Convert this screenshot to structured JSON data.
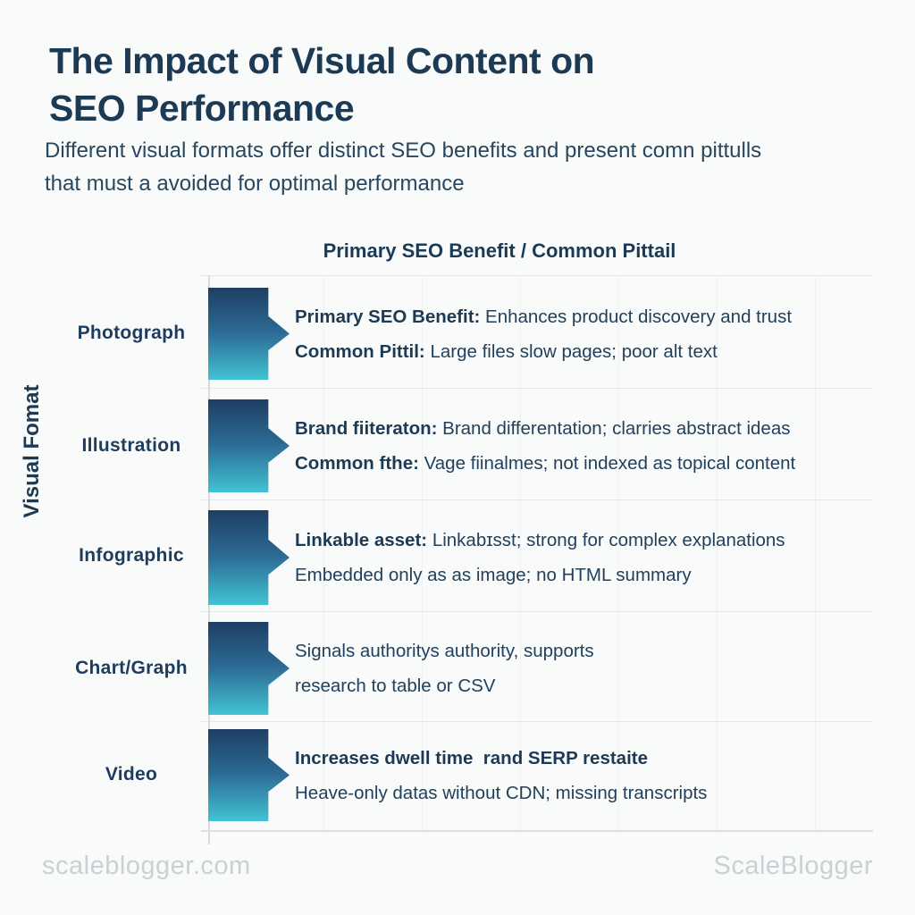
{
  "header": {
    "title_line1": "The Impact of Visual Content on",
    "title_line2": "SEO Performance",
    "subtitle_line1": "Different visual formats offer distinct SEO benefits and present comn pittulls",
    "subtitle_line2": "that must a avoided for optimal performance"
  },
  "chart": {
    "column_header": "Primary SEO Benefit / Common Pittail",
    "y_axis_label": "Visual Fomat",
    "rows": [
      {
        "label": "Photograph",
        "line1_bold": "Primary SEO Benefit:",
        "line1_text": " Enhances product discovery and trust",
        "line2_bold": "Common Pittil:",
        "line2_text": " Large files slow pages; poor alt text"
      },
      {
        "label": "Illustration",
        "line1_bold": "Brand fiiteraton:",
        "line1_text": " Brand differentation; clarries abstract ideas",
        "line2_bold": "Common fthe:",
        "line2_text": " Vage fiinalmes; not indexed as topical content"
      },
      {
        "label": "Infographic",
        "line1_bold": "Linkable asset:",
        "line1_text": " Linkabɪsst; strong for complex explanations",
        "line2_bold": "",
        "line2_text": "Embedded only as as image; no HTML summary"
      },
      {
        "label": "Chart/Graph",
        "line1_bold": "",
        "line1_text": "Signals authoritys authority, supports",
        "line2_bold": "",
        "line2_text": "research to table or CSV"
      },
      {
        "label": "Video",
        "line1_bold": "Increases dwell time  rand SERP restaite",
        "line1_text": "",
        "line2_bold": "",
        "line2_text": "Heave-only datas without CDN; missing transcripts"
      }
    ]
  },
  "footer": {
    "left": "scaleblogger.com",
    "right": "ScaleBlogger"
  },
  "colors": {
    "title_text": "#1d3a55",
    "body_text": "#22405c",
    "arrow_gradient_top": "#1e3f63",
    "arrow_gradient_mid": "#2c6a94",
    "arrow_gradient_bottom": "#41c3d3",
    "axis_line": "#d8dadc",
    "separator_line": "#e4e6e8",
    "footer_text": "#ccd0d4",
    "background": "#f9fafa"
  },
  "chart_data": {
    "type": "table",
    "title": "The Impact of Visual Content on SEO Performance",
    "subtitle": "Different visual formats offer distinct SEO benefits and present comn pittulls that must a avoided for optimal performance",
    "xlabel": "Primary SEO Benefit / Common Pittail",
    "ylabel": "Visual Fomat",
    "categories": [
      "Photograph",
      "Illustration",
      "Infographic",
      "Chart/Graph",
      "Video"
    ],
    "values": [
      "Primary SEO Benefit: Enhances product discovery and trust — Common Pittil: Large files slow pages; poor alt text",
      "Brand fiiteraton: Brand differentation; clarries abstract ideas — Common fthe: Vage fiinalmes; not indexed as topical content",
      "Linkable asset: Linkabɪsst; strong for complex explanations — Embedded only as as image; no HTML summary",
      "Signals authoritys authority, supports research to table or CSV",
      "Increases dwell time  rand SERP restaite — Heave-only datas without CDN; missing transcripts"
    ],
    "legend": "none",
    "grid": "faint-vertical"
  }
}
